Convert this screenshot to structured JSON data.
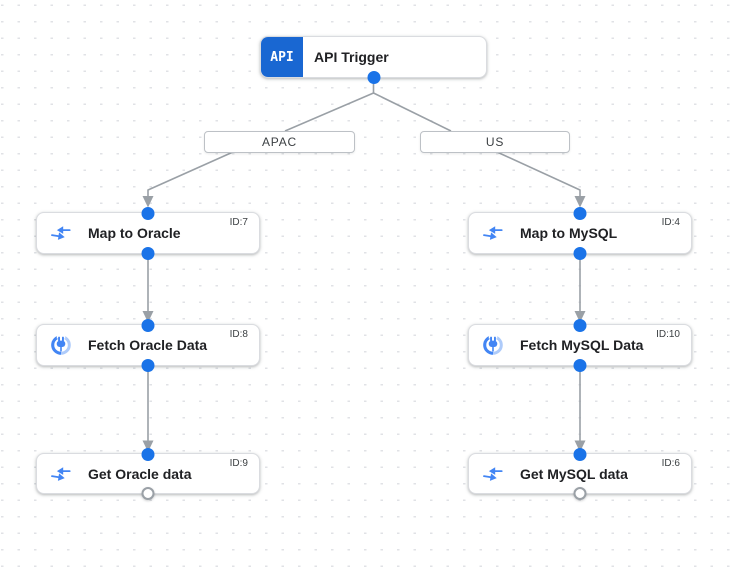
{
  "trigger": {
    "badge_label": "API",
    "label": "API Trigger",
    "icon": "api-icon"
  },
  "branches": [
    {
      "edge_label": "APAC",
      "nodes": [
        {
          "label": "Map to Oracle",
          "id": "ID:7",
          "icon": "data-mapping-icon"
        },
        {
          "label": "Fetch Oracle Data",
          "id": "ID:8",
          "icon": "connector-icon"
        },
        {
          "label": "Get Oracle data",
          "id": "ID:9",
          "icon": "data-mapping-icon"
        }
      ]
    },
    {
      "edge_label": "US",
      "nodes": [
        {
          "label": "Map to MySQL",
          "id": "ID:4",
          "icon": "data-mapping-icon"
        },
        {
          "label": "Fetch MySQL Data",
          "id": "ID:10",
          "icon": "connector-icon"
        },
        {
          "label": "Get MySQL data",
          "id": "ID:6",
          "icon": "data-mapping-icon"
        }
      ]
    }
  ],
  "colors": {
    "accent_blue": "#1a73e8",
    "trigger_badge_blue": "#1967d2",
    "icon_blue": "#4285f4",
    "icon_blue_light": "#aecbfa",
    "edge_gray": "#9aa0a6",
    "node_border": "#dadce0",
    "text_dark": "#202124",
    "text_gray": "#3c4043",
    "grid_dot": "#e0e2e6"
  }
}
